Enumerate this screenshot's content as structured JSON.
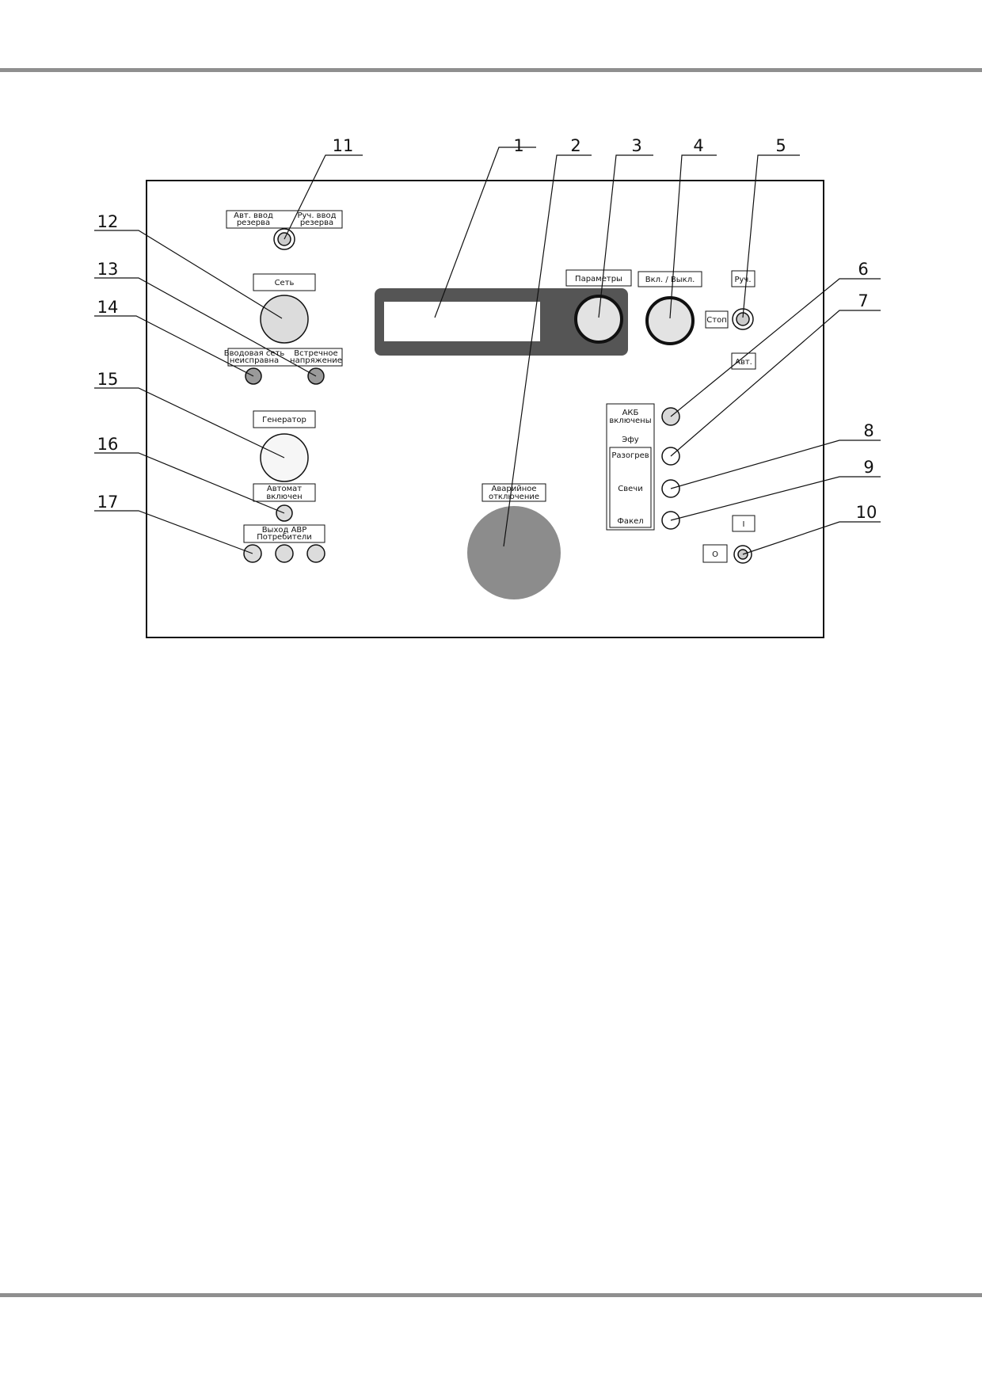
{
  "callouts": [
    "1",
    "2",
    "3",
    "4",
    "5",
    "6",
    "7",
    "8",
    "9",
    "10",
    "11",
    "12",
    "13",
    "14",
    "15",
    "16",
    "17"
  ],
  "labels": {
    "avt_vvod_1": "Авт. ввод",
    "avt_vvod_2": "резерва",
    "ruch_vvod_1": "Руч. ввод",
    "ruch_vvod_2": "резерва",
    "set": "Сеть",
    "vvod_fault_1": "Вводовая сеть",
    "vvod_fault_2": "неисправна",
    "vstrechnoe_1": "Встречное",
    "vstrechnoe_2": "напряжение",
    "generator": "Генератор",
    "avtomat_1": "Автомат",
    "avtomat_2": "включен",
    "vyhod_avr_1": "Выход АВР",
    "vyhod_avr_2": "Потребители",
    "parametry": "Параметры",
    "vkl_vykl": "Вкл. / Выкл.",
    "ruch": "Руч.",
    "stop": "Стоп",
    "avt": "Авт.",
    "akb_1": "АКБ",
    "akb_2": "включены",
    "efu": "Эфу",
    "razogrev": "Разогрев",
    "svechi": "Свечи",
    "fakel": "Факел",
    "avariynoe_1": "Аварийное",
    "avariynoe_2": "отключение",
    "switch_on": "I",
    "switch_off": "O"
  }
}
